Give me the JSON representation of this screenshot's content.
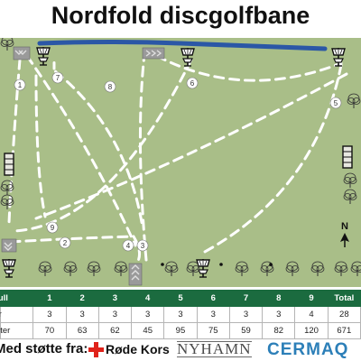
{
  "title": "Nordfold discgolfbane",
  "map": {
    "hole_numbers": [
      "1",
      "2",
      "3",
      "4",
      "5",
      "6",
      "7",
      "8",
      "9"
    ],
    "north_label": "N",
    "colors": {
      "grass": "#a9be88",
      "water": "#2b57a6",
      "fairway": "#ffffff",
      "tee": "#9a9a9a"
    },
    "icons": [
      "basket-icon",
      "tee-pad-icon",
      "tree-icon",
      "bench-icon",
      "north-arrow-icon"
    ]
  },
  "scorecard": {
    "header": [
      "Hull",
      "1",
      "2",
      "3",
      "4",
      "5",
      "6",
      "7",
      "8",
      "9",
      "Total"
    ],
    "rows": [
      {
        "label": "Par",
        "values": [
          "3",
          "3",
          "3",
          "3",
          "3",
          "3",
          "3",
          "3",
          "4",
          "28"
        ]
      },
      {
        "label": "Meter",
        "values": [
          "70",
          "63",
          "62",
          "45",
          "95",
          "75",
          "59",
          "82",
          "120",
          "671"
        ]
      }
    ]
  },
  "sponsors": {
    "thanks": "Med støtte fra:",
    "names": [
      "Røde Kors",
      "NYHAMN",
      "CERMAQ"
    ]
  }
}
